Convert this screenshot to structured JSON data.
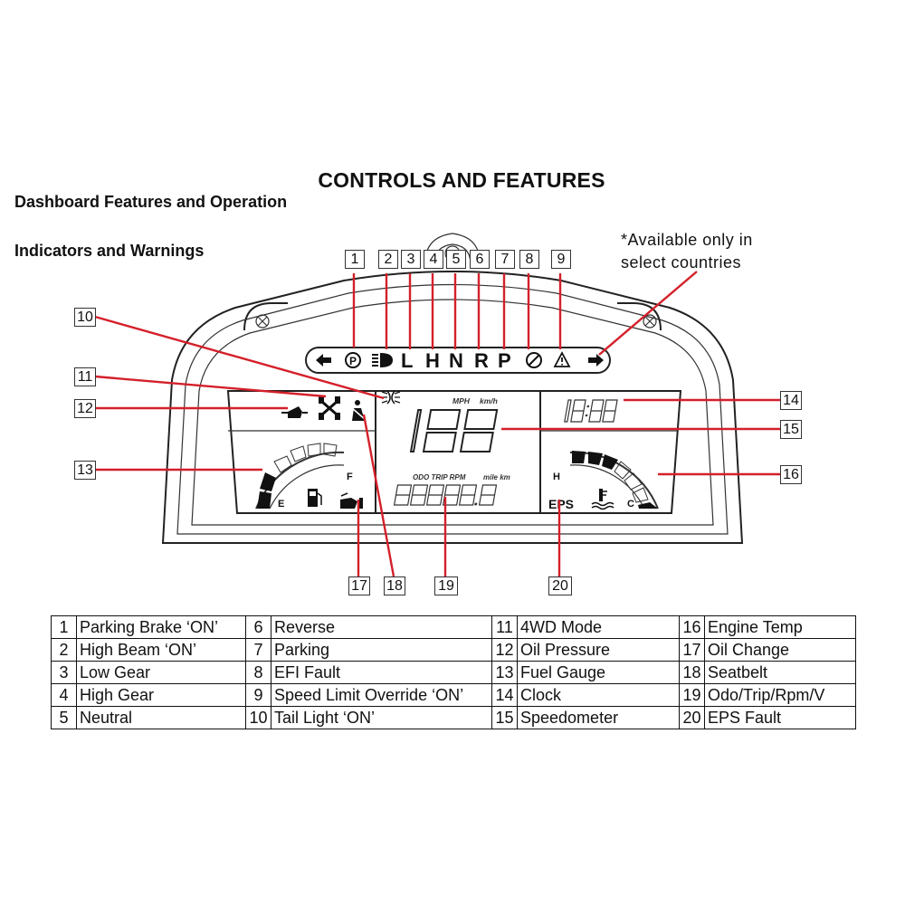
{
  "title": "CONTROLS AND FEATURES",
  "section": "Dashboard Features and Operation",
  "subsection": "Indicators and Warnings",
  "note": [
    "*Available only in",
    "select countries"
  ],
  "display": {
    "speed_units": [
      "MPH",
      "km/h"
    ],
    "odo_units": [
      "ODO TRIP RPM",
      "mile km"
    ],
    "fuel_labels": [
      "E",
      "F"
    ],
    "temp_labels": [
      "H",
      "C"
    ],
    "gear_letters": [
      "L",
      "H",
      "N",
      "R",
      "P"
    ],
    "eps_label": "EPS"
  },
  "legend": [
    {
      "n": "1",
      "label": "Parking Brake ‘ON’"
    },
    {
      "n": "2",
      "label": "High Beam ‘ON’"
    },
    {
      "n": "3",
      "label": "Low Gear"
    },
    {
      "n": "4",
      "label": "High Gear"
    },
    {
      "n": "5",
      "label": "Neutral"
    },
    {
      "n": "6",
      "label": "Reverse"
    },
    {
      "n": "7",
      "label": "Parking"
    },
    {
      "n": "8",
      "label": "EFI Fault"
    },
    {
      "n": "9",
      "label": "Speed Limit Override ‘ON’"
    },
    {
      "n": "10",
      "label": "Tail Light ‘ON’"
    },
    {
      "n": "11",
      "label": "4WD Mode"
    },
    {
      "n": "12",
      "label": "Oil Pressure"
    },
    {
      "n": "13",
      "label": "Fuel Gauge"
    },
    {
      "n": "14",
      "label": "Clock"
    },
    {
      "n": "15",
      "label": "Speedometer"
    },
    {
      "n": "16",
      "label": "Engine Temp"
    },
    {
      "n": "17",
      "label": "Oil Change"
    },
    {
      "n": "18",
      "label": "Seatbelt"
    },
    {
      "n": "19",
      "label": "Odo/Trip/Rpm/V"
    },
    {
      "n": "20",
      "label": "EPS Fault"
    }
  ],
  "colors": {
    "callout_line": "#d4202a",
    "outline": "#222222",
    "text": "#111111"
  },
  "icons": [
    "left-arrow-icon",
    "parking-brake-icon",
    "high-beam-icon",
    "efi-fault-icon",
    "warning-triangle-icon",
    "right-arrow-icon",
    "tail-light-icon",
    "4wd-icon",
    "oil-pressure-icon",
    "seatbelt-icon",
    "fuel-pump-icon",
    "oil-change-icon",
    "coolant-temp-icon"
  ]
}
